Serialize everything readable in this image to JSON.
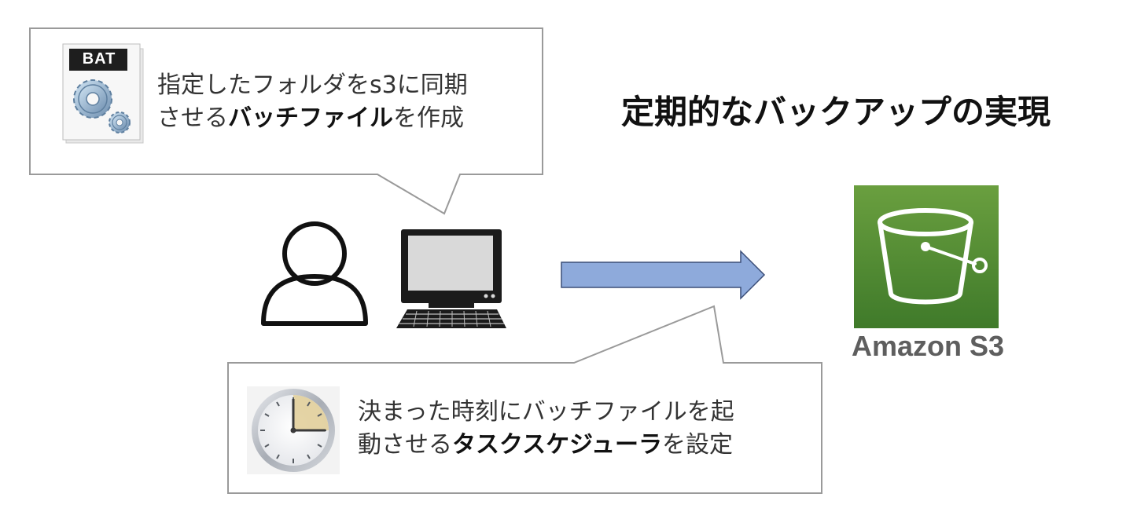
{
  "title": "定期的なバックアップの実現",
  "top_callout": {
    "line1": "指定したフォルダをs3に同期",
    "line2_prefix": "させる",
    "line2_bold": "バッチファイル",
    "line2_suffix": "を作成",
    "icon_label": "BAT"
  },
  "bottom_callout": {
    "line1": "決まった時刻にバッチファイルを起",
    "line2_prefix": "動させる",
    "line2_bold": "タスクスケジューラ",
    "line2_suffix": "を設定"
  },
  "s3": {
    "label": "Amazon S3",
    "colors": {
      "top": "#6a9f3f",
      "bottom": "#3f7a2a"
    }
  },
  "icons": {
    "bat_file": "batch-file-gear-icon",
    "user": "user-icon",
    "computer": "desktop-computer-icon",
    "arrow": "right-arrow-icon",
    "clock": "clock-icon",
    "bucket": "s3-bucket-icon"
  },
  "colors": {
    "arrow_fill": "#8eaadb",
    "arrow_stroke": "#3b4e78",
    "callout_border": "#9a9a9a"
  }
}
